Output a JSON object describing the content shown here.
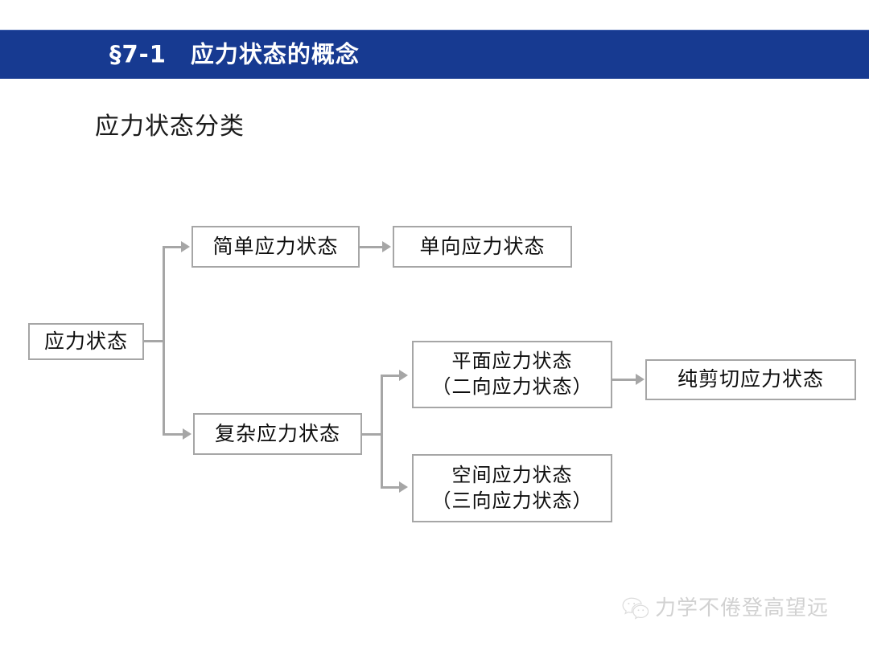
{
  "slide": {
    "title": "§7-1　应力状态的概念",
    "subtitle": "应力状态分类",
    "banner_color": "#173a91",
    "node_border_color": "#a6a6a6",
    "connector_color": "#a6a6a6"
  },
  "diagram": {
    "type": "tree",
    "nodes": [
      {
        "id": "root",
        "label": "应力状态"
      },
      {
        "id": "simple",
        "label": "简单应力状态"
      },
      {
        "id": "uniaxial",
        "label": "单向应力状态"
      },
      {
        "id": "complex",
        "label": "复杂应力状态"
      },
      {
        "id": "plane",
        "label": "平面应力状态\n（二向应力状态）"
      },
      {
        "id": "spatial",
        "label": "空间应力状态\n（三向应力状态）"
      },
      {
        "id": "pure_shear",
        "label": "纯剪切应力状态"
      }
    ],
    "edges": [
      {
        "from": "root",
        "to": "simple"
      },
      {
        "from": "root",
        "to": "complex"
      },
      {
        "from": "simple",
        "to": "uniaxial"
      },
      {
        "from": "complex",
        "to": "plane"
      },
      {
        "from": "complex",
        "to": "spatial"
      },
      {
        "from": "plane",
        "to": "pure_shear"
      }
    ]
  },
  "watermark": {
    "text": "力学不倦登高望远",
    "icon": "wechat-icon"
  }
}
